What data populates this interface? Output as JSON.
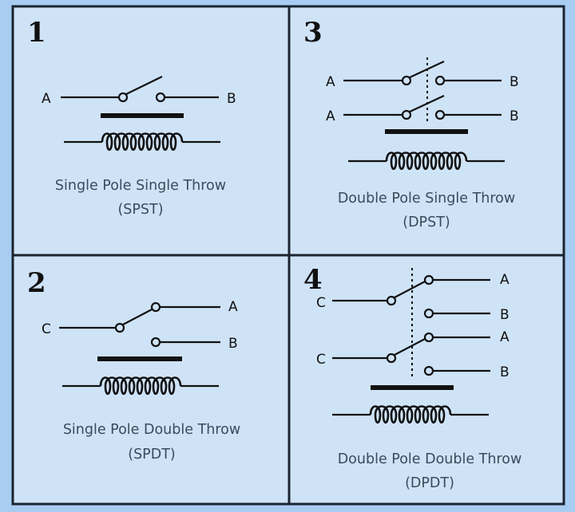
{
  "colors": {
    "background": "#a9cdf2",
    "panel": "#cfe3f7",
    "border": "#1b2430",
    "caption": "#3b4a5c"
  },
  "panels": [
    {
      "number": "1",
      "caption_line1": "Single Pole Single Throw",
      "caption_line2": "(SPST)",
      "label_a": "A",
      "label_b": "B"
    },
    {
      "number": "2",
      "caption_line1": "Single Pole Double Throw",
      "caption_line2": "(SPDT)",
      "label_c": "C",
      "label_a": "A",
      "label_b": "B"
    },
    {
      "number": "3",
      "caption_line1": "Double Pole Single Throw",
      "caption_line2": "(DPST)",
      "label_a1": "A",
      "label_b1": "B",
      "label_a2": "A",
      "label_b2": "B"
    },
    {
      "number": "4",
      "caption_line1": "Double Pole Double Throw",
      "caption_line2": "(DPDT)",
      "label_c1": "C",
      "label_a1": "A",
      "label_b1": "B",
      "label_c2": "C",
      "label_a2": "A",
      "label_b2": "B"
    }
  ]
}
